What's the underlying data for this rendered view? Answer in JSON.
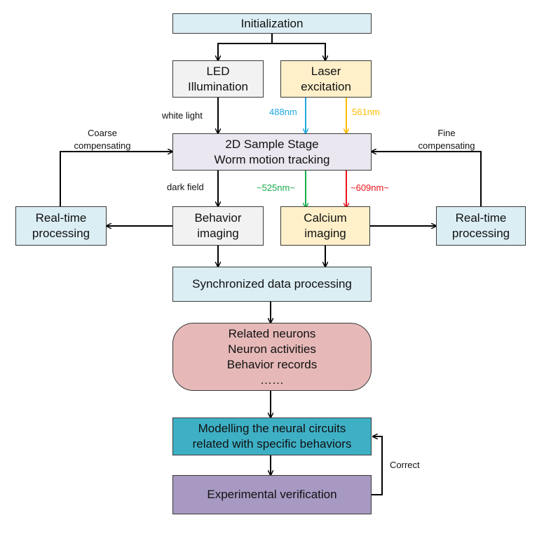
{
  "colors": {
    "light_blue": "#dbeef4",
    "light_gray": "#f2f2f2",
    "light_orange": "#fff0c9",
    "lavender": "#ebe7f0",
    "pink": "#e6b9b8",
    "teal": "#3eb0c6",
    "purple": "#a799c2",
    "arrow": "#000000",
    "blue_line": "#1fa7e1",
    "orange_line": "#ffba00",
    "green_line": "#1aab4c",
    "red_line": "#e8141b"
  },
  "nodes": {
    "initialization": "Initialization",
    "led": [
      "LED",
      "Illumination"
    ],
    "laser": [
      "Laser",
      "excitation"
    ],
    "stage": [
      "2D Sample Stage",
      "Worm motion tracking"
    ],
    "rt_left": [
      "Real-time",
      "processing"
    ],
    "behavior": [
      "Behavior",
      "imaging"
    ],
    "calcium": [
      "Calcium",
      "imaging"
    ],
    "rt_right": [
      "Real-time",
      "processing"
    ],
    "sync": "Synchronized data processing",
    "results": [
      "Related neurons",
      "Neuron activities",
      "Behavior records",
      "……"
    ],
    "modelling": [
      "Modelling the neural circuits",
      "related with specific behaviors"
    ],
    "verification": "Experimental verification"
  },
  "labels": {
    "white_light": "white light",
    "nm488": "488nm",
    "nm561": "561nm",
    "coarse": [
      "Coarse",
      "compensating"
    ],
    "fine": [
      "Fine",
      "compensating"
    ],
    "dark_field": "dark field",
    "nm525": "~525nm~",
    "nm609": "~609nm~",
    "correct": "Correct"
  }
}
